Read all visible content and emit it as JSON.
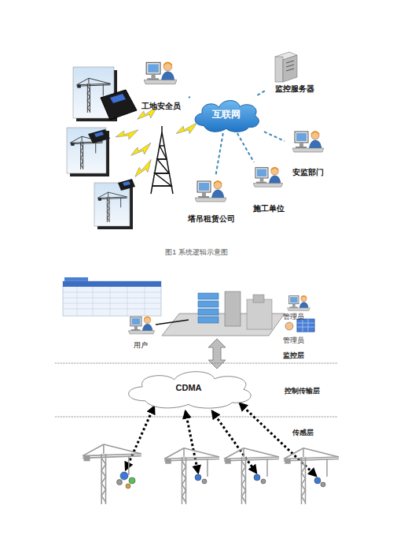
{
  "diagram": {
    "caption": "图1 系统逻辑示意图",
    "nodes": [
      {
        "text": [
          "工地安全员"
        ]
      },
      {
        "text": [
          "监控服务器"
        ]
      },
      {
        "text": [
          "互联网"
        ]
      },
      {
        "text": [
          "安监部门"
        ]
      },
      {
        "text": [
          "施工单位"
        ]
      },
      {
        "text": [
          "塔吊租赁公司"
        ]
      },
      {
        "text": [
          "CDMA"
        ]
      }
    ],
    "edges": [
      {
        "from": 2,
        "to": 0,
        "arrow": "none"
      },
      {
        "from": 2,
        "to": 1,
        "arrow": "none"
      },
      {
        "from": 2,
        "to": 3,
        "arrow": "none"
      },
      {
        "from": 2,
        "to": 4,
        "arrow": "none"
      },
      {
        "from": 2,
        "to": 5,
        "arrow": "none"
      }
    ],
    "labels": [
      "用户",
      "管理员",
      "管理员",
      "监控层",
      "控制传输层",
      "传感层"
    ]
  }
}
